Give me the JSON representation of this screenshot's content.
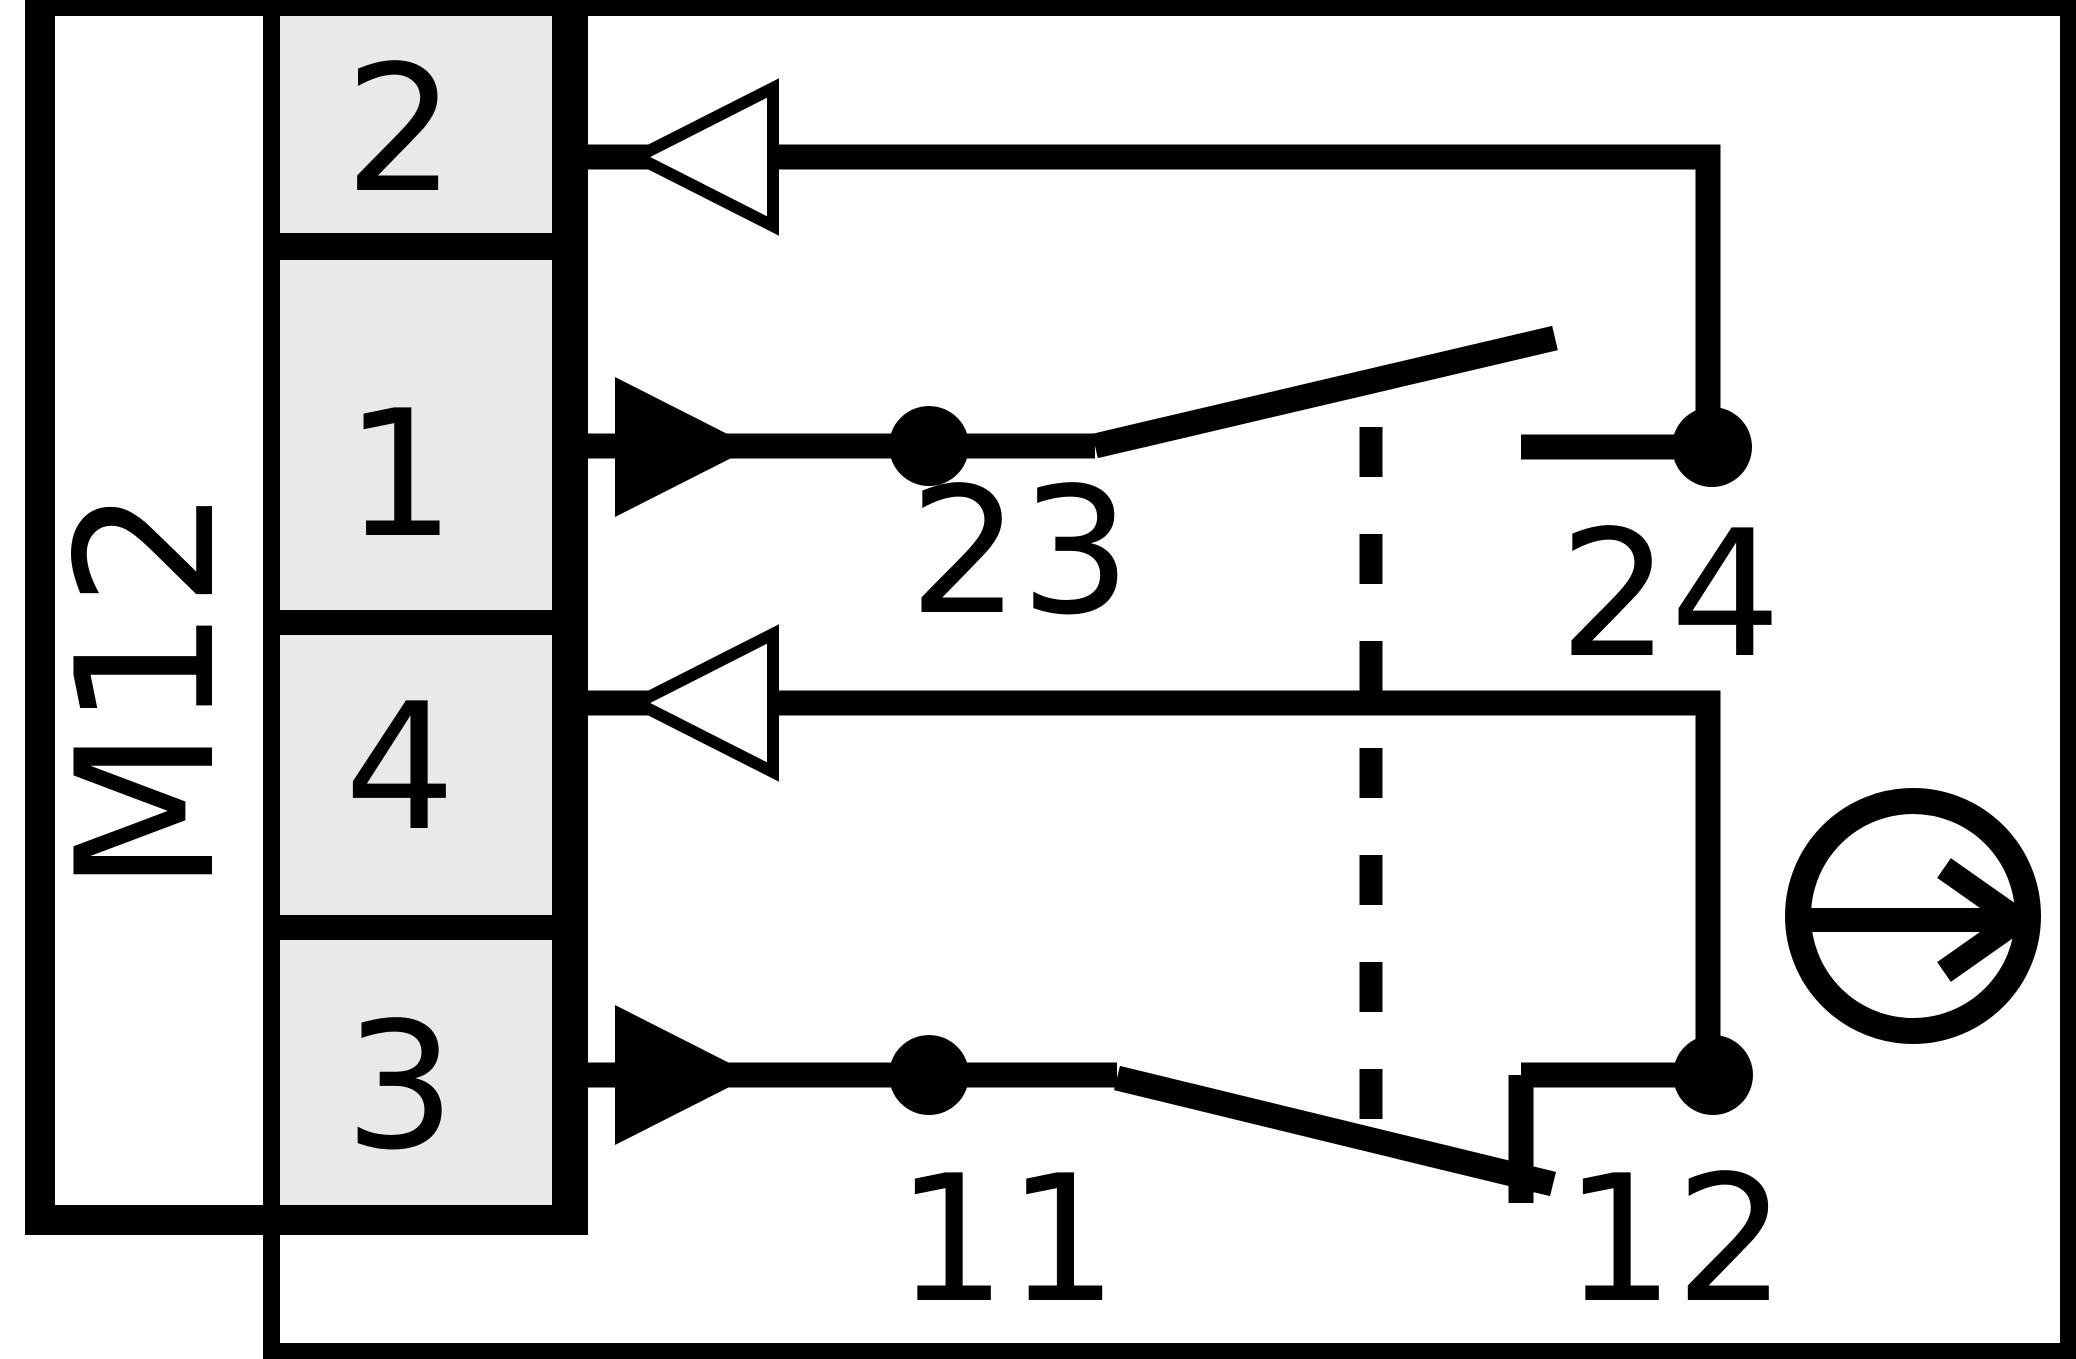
{
  "diagram": {
    "connector_label": "M12",
    "pins": [
      {
        "label": "2"
      },
      {
        "label": "1"
      },
      {
        "label": "4"
      },
      {
        "label": "3"
      }
    ],
    "terminals": {
      "no_movable": "23",
      "no_stationary": "24",
      "nc_movable": "11",
      "nc_stationary": "12"
    },
    "colors": {
      "line": "#000000",
      "pin_cell_fill": "#e9e9e9",
      "background": "#ffffff"
    }
  }
}
